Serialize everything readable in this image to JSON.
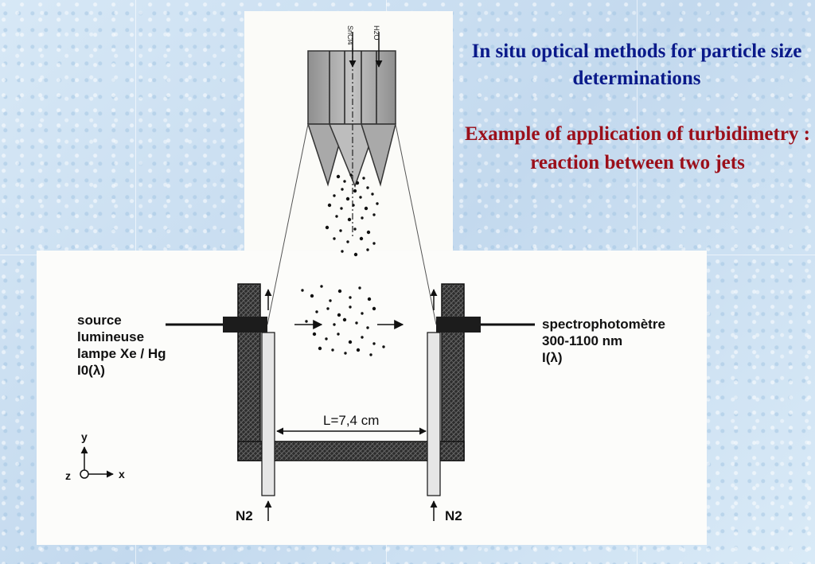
{
  "slide": {
    "title": "In situ optical methods for particle size determinations",
    "subtitle": "Example of application of turbidimetry : reaction between two jets"
  },
  "diagram": {
    "jet_labels": [
      "SnCl4",
      "H2O"
    ],
    "source": {
      "line1": "source",
      "line2": "lumineuse",
      "line3": "lampe Xe / Hg",
      "line4": "I0(λ)"
    },
    "detector": {
      "line1": "spectrophotomètre",
      "line2": "300-1100 nm",
      "line3": "I(λ)"
    },
    "length_label": "L=7,4 cm",
    "gas_left": "N2",
    "gas_right": "N2",
    "axes": {
      "y": "y",
      "x": "x",
      "z": "z"
    }
  },
  "colors": {
    "title_blue": "#0a1a8a",
    "subtitle_red": "#9b0f1a",
    "background": "#cfe3f3"
  }
}
